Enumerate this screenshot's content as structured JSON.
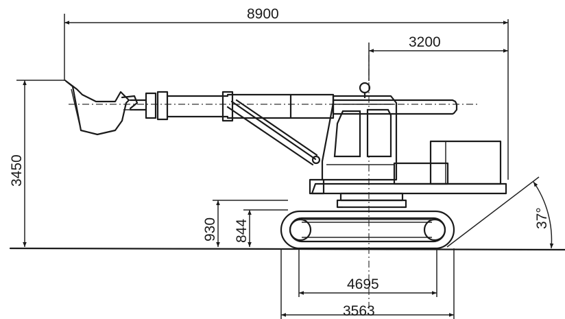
{
  "dimensions": {
    "overall_length": "8900",
    "rear_to_centre": "3200",
    "height": "3450",
    "track_height": "930",
    "track_frame_height": "844",
    "track_length": "4695",
    "gauge": "3563",
    "slope_angle": "37°"
  }
}
